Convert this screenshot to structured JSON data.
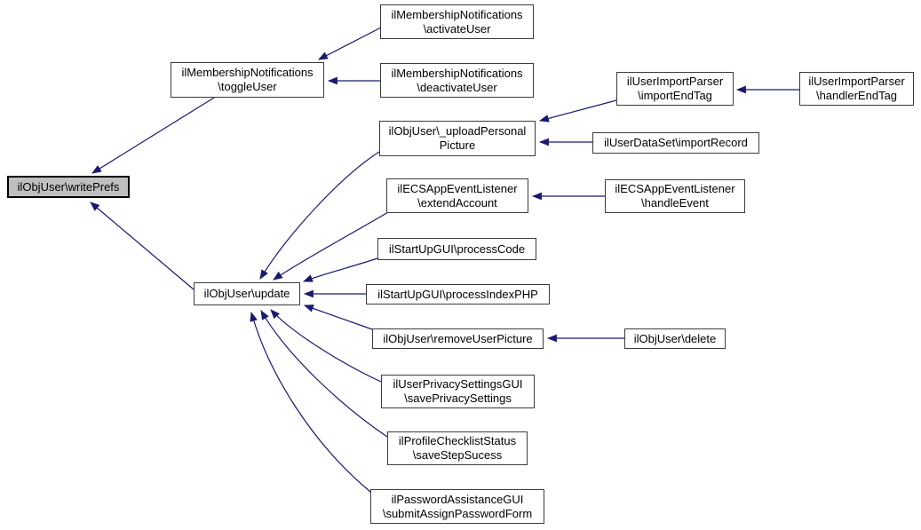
{
  "diagram": {
    "type": "caller-graph",
    "background_color": "#ffffff",
    "edge_color": "#191970",
    "node_fill": "#ffffff",
    "node_border_color": "#3c3c3c",
    "highlight_fill": "#bfbfbf",
    "nodes": [
      {
        "id": "writeprefs",
        "label": "ilObjUser\\writePrefs",
        "highlighted": true
      },
      {
        "id": "toggleuser",
        "label": "ilMembershipNotifications\n\\toggleUser",
        "highlighted": false
      },
      {
        "id": "activateuser",
        "label": "ilMembershipNotifications\n\\activateUser",
        "highlighted": false
      },
      {
        "id": "deactivateuser",
        "label": "ilMembershipNotifications\n\\deactivateUser",
        "highlighted": false
      },
      {
        "id": "update",
        "label": "ilObjUser\\update",
        "highlighted": false
      },
      {
        "id": "upload",
        "label": "ilObjUser\\_uploadPersonal\nPicture",
        "highlighted": false
      },
      {
        "id": "importendtag",
        "label": "ilUserImportParser\n\\importEndTag",
        "highlighted": false
      },
      {
        "id": "handlerendtag",
        "label": "ilUserImportParser\n\\handlerEndTag",
        "highlighted": false
      },
      {
        "id": "importrecord",
        "label": "ilUserDataSet\\importRecord",
        "highlighted": false
      },
      {
        "id": "extendaccount",
        "label": "ilECSAppEventListener\n\\extendAccount",
        "highlighted": false
      },
      {
        "id": "handleevent",
        "label": "ilECSAppEventListener\n\\handleEvent",
        "highlighted": false
      },
      {
        "id": "processcode",
        "label": "ilStartUpGUI\\processCode",
        "highlighted": false
      },
      {
        "id": "processindexphp",
        "label": "ilStartUpGUI\\processIndexPHP",
        "highlighted": false
      },
      {
        "id": "removeuserpicture",
        "label": "ilObjUser\\removeUserPicture",
        "highlighted": false
      },
      {
        "id": "delete",
        "label": "ilObjUser\\delete",
        "highlighted": false
      },
      {
        "id": "saveprivacy",
        "label": "ilUserPrivacySettingsGUI\n\\savePrivacySettings",
        "highlighted": false
      },
      {
        "id": "savestep",
        "label": "ilProfileChecklistStatus\n\\saveStepSucess",
        "highlighted": false
      },
      {
        "id": "submitassign",
        "label": "ilPasswordAssistanceGUI\n\\submitAssignPasswordForm",
        "highlighted": false
      }
    ],
    "edges": [
      {
        "from": "toggleuser",
        "to": "writeprefs"
      },
      {
        "from": "update",
        "to": "writeprefs"
      },
      {
        "from": "activateuser",
        "to": "toggleuser"
      },
      {
        "from": "deactivateuser",
        "to": "toggleuser"
      },
      {
        "from": "upload",
        "to": "update"
      },
      {
        "from": "extendaccount",
        "to": "update"
      },
      {
        "from": "processcode",
        "to": "update"
      },
      {
        "from": "processindexphp",
        "to": "update"
      },
      {
        "from": "removeuserpicture",
        "to": "update"
      },
      {
        "from": "saveprivacy",
        "to": "update"
      },
      {
        "from": "savestep",
        "to": "update"
      },
      {
        "from": "submitassign",
        "to": "update"
      },
      {
        "from": "importendtag",
        "to": "upload"
      },
      {
        "from": "importrecord",
        "to": "upload"
      },
      {
        "from": "handlerendtag",
        "to": "importendtag"
      },
      {
        "from": "handleevent",
        "to": "extendaccount"
      },
      {
        "from": "delete",
        "to": "removeuserpicture"
      }
    ]
  }
}
